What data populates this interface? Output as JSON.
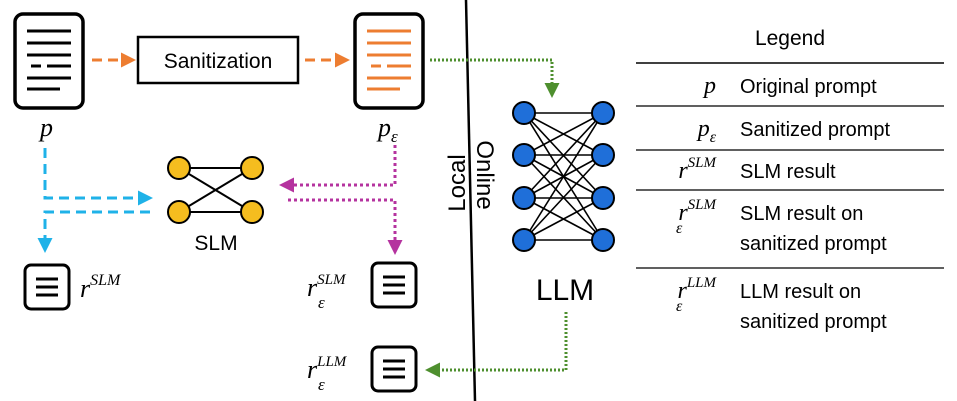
{
  "nodes": {
    "sanitization_label": "Sanitization",
    "slm_label": "SLM",
    "llm_label": "LLM"
  },
  "regions": {
    "local_label": "Local",
    "online_label": "Online"
  },
  "symbols": {
    "p_base": "p",
    "p_eps_base": "p",
    "p_eps_sub": "ε",
    "r_slm_base": "r",
    "r_slm_sup": "SLM",
    "r_eps_slm_base": "r",
    "r_eps_slm_sub": "ε",
    "r_eps_slm_sup": "SLM",
    "r_eps_llm_base": "r",
    "r_eps_llm_sub": "ε",
    "r_eps_llm_sup": "LLM"
  },
  "legend": {
    "title": "Legend",
    "rows": [
      {
        "base": "p",
        "sub": "",
        "sup": "",
        "desc_lines": [
          "Original prompt"
        ]
      },
      {
        "base": "p",
        "sub": "ε",
        "sup": "",
        "desc_lines": [
          "Sanitized prompt"
        ]
      },
      {
        "base": "r",
        "sub": "",
        "sup": "SLM",
        "desc_lines": [
          "SLM result"
        ]
      },
      {
        "base": "r",
        "sub": "ε",
        "sup": "SLM",
        "desc_lines": [
          "SLM result on",
          "sanitized prompt"
        ]
      },
      {
        "base": "r",
        "sub": "ε",
        "sup": "LLM",
        "desc_lines": [
          "LLM result on",
          "sanitized prompt"
        ]
      }
    ]
  },
  "colors": {
    "sanitize_flow": "#ed7d31",
    "local_flow": "#1fb2e8",
    "slm_sanitized_flow": "#b5339f",
    "llm_flow": "#4e8f2e",
    "slm_node": "#f5bd1f",
    "llm_node": "#1f6fd9",
    "doc_orange": "#ed7d31",
    "ink": "#000000"
  }
}
